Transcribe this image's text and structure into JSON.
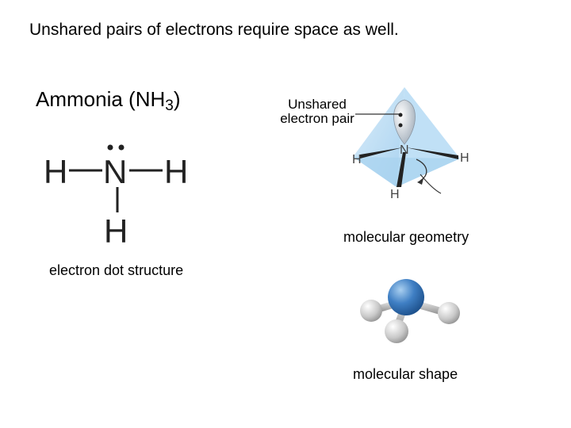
{
  "title": "Unshared pairs of electrons require space as well.",
  "molecule": {
    "name": "Ammonia (NH",
    "subscript": "3",
    "close": ")"
  },
  "lewis": {
    "center_atom": "N",
    "outer_atoms": [
      "H",
      "H",
      "H"
    ],
    "lone_pair_count": 1,
    "caption": "electron dot structure"
  },
  "geometry": {
    "lone_pair_label": "Unshared electron pair",
    "center_atom": "N",
    "outer_atoms": [
      "H",
      "H",
      "H"
    ],
    "caption": "molecular geometry"
  },
  "shape": {
    "caption": "molecular shape",
    "center_color": "#3f7fc4",
    "outer_color": "#c8c8c8"
  }
}
